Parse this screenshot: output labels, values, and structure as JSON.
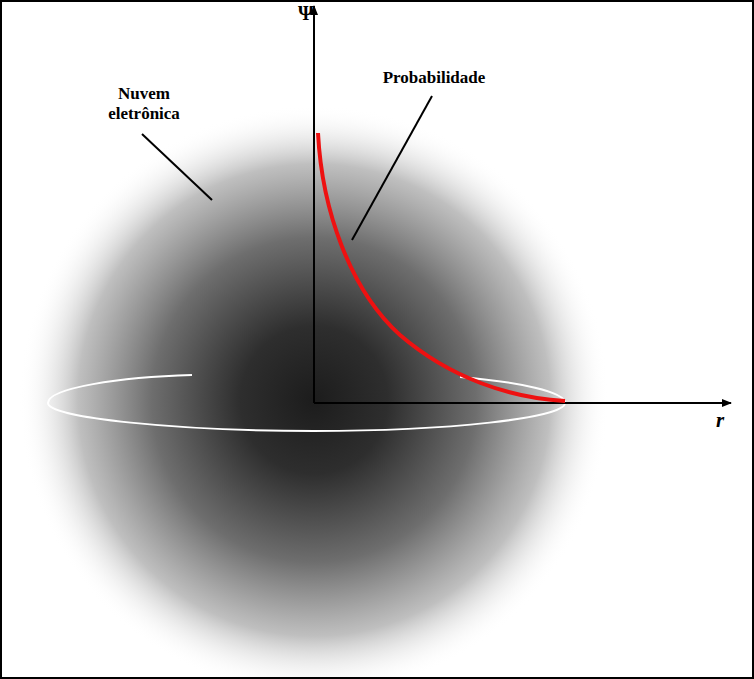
{
  "diagram": {
    "labels": [
      "Ψ",
      "Nuvem eletrônica",
      "Probabilidade",
      "r"
    ]
  }
}
